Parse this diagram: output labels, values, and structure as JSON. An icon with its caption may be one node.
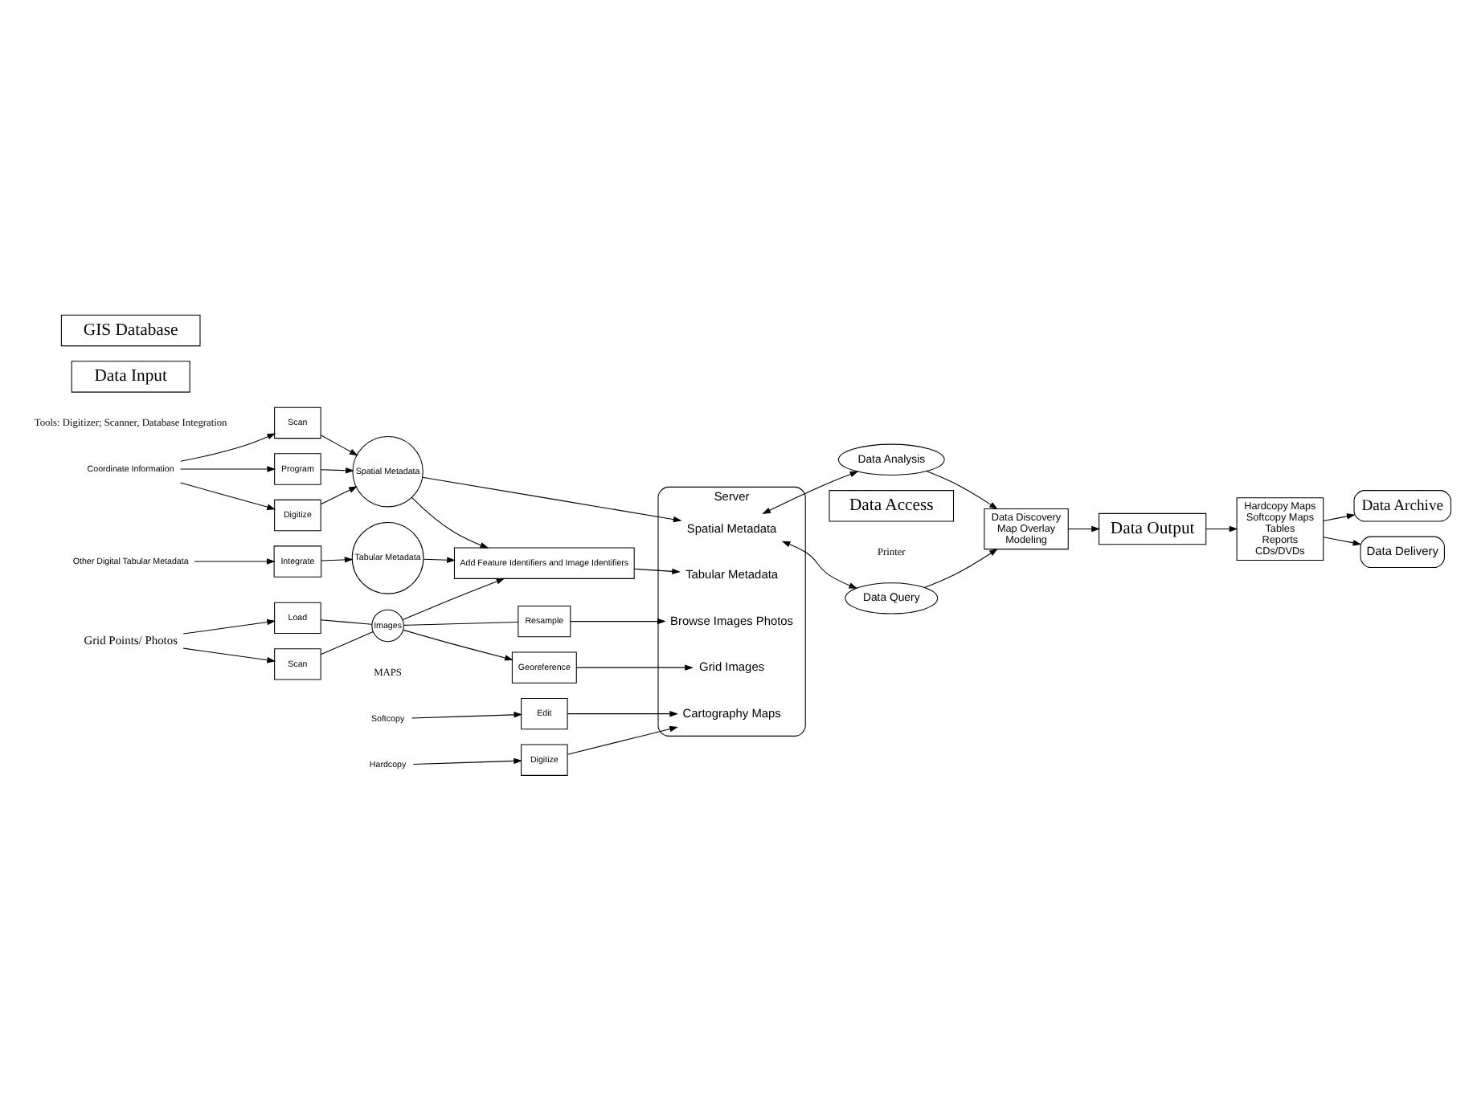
{
  "diagram": {
    "nodes": [
      {
        "text": [
          "Data Input"
        ]
      },
      {
        "text": [
          "GIS Database"
        ]
      },
      {
        "text": [
          "Data Access"
        ]
      },
      {
        "text": [
          "Coordinate Information"
        ]
      },
      {
        "text": [
          "Scan"
        ]
      },
      {
        "text": [
          "Program"
        ]
      },
      {
        "text": [
          "Digitize"
        ]
      },
      {
        "text": [
          "Spatial Metadata"
        ]
      },
      {
        "text": [
          "Other Digital Tabular Metadata"
        ]
      },
      {
        "text": [
          "Integrate"
        ]
      },
      {
        "text": [
          "Tabular Metadata"
        ]
      },
      {
        "text": [
          "Add Feature Identifiers and Image Identifiers"
        ]
      },
      {
        "text": [
          "Grid Points/ Photos"
        ]
      },
      {
        "text": [
          "Scan"
        ]
      },
      {
        "text": [
          "Load"
        ]
      },
      {
        "text": [
          "Images"
        ]
      },
      {
        "text": [
          "Resample"
        ]
      },
      {
        "text": [
          "Georeference"
        ]
      },
      {
        "text": [
          "Softcopy"
        ]
      },
      {
        "text": [
          "Hardcopy"
        ]
      },
      {
        "text": [
          "Edit"
        ]
      },
      {
        "text": [
          "Digitize"
        ]
      },
      {
        "text": [
          "Server"
        ]
      },
      {
        "text": [
          "Spatial Metadata"
        ],
        "in": 22
      },
      {
        "text": [
          "Tabular Metadata"
        ],
        "in": 22
      },
      {
        "text": [
          "Browse Images Photos"
        ],
        "in": 22
      },
      {
        "text": [
          "Grid Images"
        ],
        "in": 22
      },
      {
        "text": [
          "Cartography Maps"
        ],
        "in": 22
      },
      {
        "text": [
          "Data Query"
        ]
      },
      {
        "text": [
          "Data Analysis"
        ]
      },
      {
        "text": [
          "Data Discovery",
          "Map Overlay",
          "Modeling"
        ]
      },
      {
        "text": [
          "Data Output"
        ]
      },
      {
        "text": [
          "Hardcopy Maps",
          "Softcopy Maps",
          "Tables",
          "Reports",
          "CDs/DVDs"
        ]
      },
      {
        "text": [
          "Data Archive"
        ]
      },
      {
        "text": [
          "Data Delivery"
        ]
      }
    ],
    "edges": [
      {
        "from": 3,
        "to": 4,
        "arrow": "to"
      },
      {
        "from": 3,
        "to": 5,
        "arrow": "to"
      },
      {
        "from": 3,
        "to": 6,
        "arrow": "to"
      },
      {
        "from": 4,
        "to": 7,
        "arrow": "to"
      },
      {
        "from": 5,
        "to": 7,
        "arrow": "to"
      },
      {
        "from": 6,
        "to": 7,
        "arrow": "to"
      },
      {
        "from": 7,
        "to": 23,
        "arrow": "to"
      },
      {
        "from": 7,
        "to": 11,
        "arrow": "to"
      },
      {
        "from": 8,
        "to": 9,
        "arrow": "to"
      },
      {
        "from": 9,
        "to": 10,
        "arrow": "to"
      },
      {
        "from": 10,
        "to": 11,
        "arrow": "to"
      },
      {
        "from": 11,
        "to": 24,
        "arrow": "to"
      },
      {
        "from": 12,
        "to": 13,
        "arrow": "to"
      },
      {
        "from": 12,
        "to": 14,
        "arrow": "to"
      },
      {
        "from": 13,
        "to": 15,
        "arrow": "none"
      },
      {
        "from": 14,
        "to": 15,
        "arrow": "none"
      },
      {
        "from": 15,
        "to": 11,
        "arrow": "to"
      },
      {
        "from": 15,
        "to": 16,
        "arrow": "none"
      },
      {
        "from": 16,
        "to": 25,
        "arrow": "to"
      },
      {
        "from": 15,
        "to": 17,
        "arrow": "to"
      },
      {
        "from": 17,
        "to": 26,
        "arrow": "to"
      },
      {
        "from": 18,
        "to": 20,
        "arrow": "to"
      },
      {
        "from": 19,
        "to": 21,
        "arrow": "to"
      },
      {
        "from": 20,
        "to": 27,
        "arrow": "to"
      },
      {
        "from": 21,
        "to": 27,
        "arrow": "to"
      },
      {
        "from": 23,
        "to": 28,
        "arrow": "both"
      },
      {
        "from": 23,
        "to": 29,
        "arrow": "both"
      },
      {
        "from": 28,
        "to": 30,
        "arrow": "to"
      },
      {
        "from": 29,
        "to": 30,
        "arrow": "to"
      },
      {
        "from": 30,
        "to": 31,
        "arrow": "to"
      },
      {
        "from": 31,
        "to": 32,
        "arrow": "to"
      },
      {
        "from": 32,
        "to": 33,
        "arrow": "to"
      },
      {
        "from": 32,
        "to": 34,
        "arrow": "to"
      }
    ],
    "labels": [
      "Tools: Digitizer; Scanner, Database Integration",
      "Printer",
      "MAPS"
    ]
  }
}
